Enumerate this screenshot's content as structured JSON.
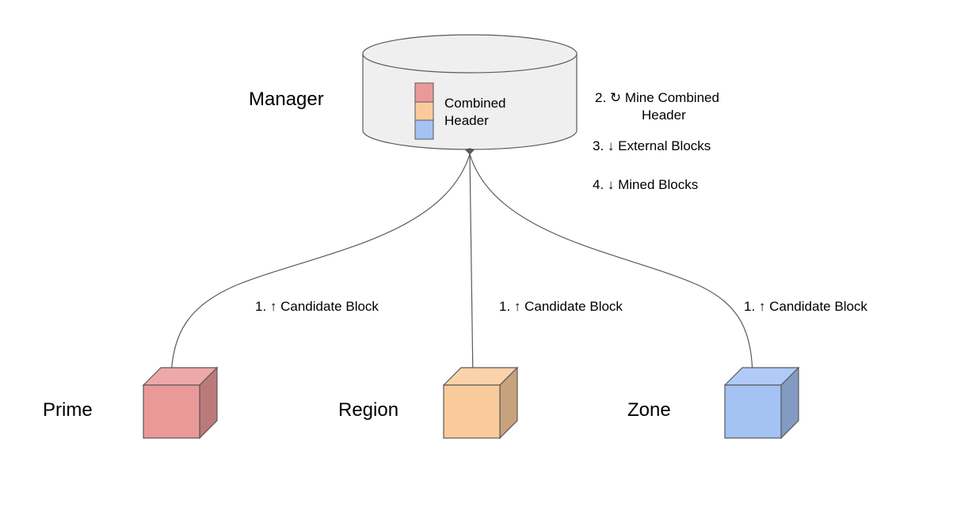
{
  "manager": {
    "label": "Manager",
    "header_line1": "Combined",
    "header_line2": "Header"
  },
  "steps": {
    "mine_line1": "2.  ↻ Mine Combined",
    "mine_line2": "Header",
    "external": "3.  ↓ External Blocks",
    "mined": "4.  ↓ Mined Blocks"
  },
  "candidate": {
    "prime": "1. ↑ Candidate Block",
    "region": "1. ↑ Candidate Block",
    "zone": "1. ↑ Candidate Block"
  },
  "nodes": {
    "prime": "Prime",
    "region": "Region",
    "zone": "Zone"
  },
  "colors": {
    "prime_front": "#ea9999",
    "prime_top": "#eea8a8",
    "prime_side": "#bb7a7a",
    "region_front": "#f9cb9c",
    "region_top": "#fad3aa",
    "region_side": "#c7a27d",
    "zone_front": "#a4c2f4",
    "zone_top": "#b0cbf6",
    "zone_side": "#839bc3",
    "cylinder_fill": "#efefef",
    "stroke": "#595959"
  }
}
